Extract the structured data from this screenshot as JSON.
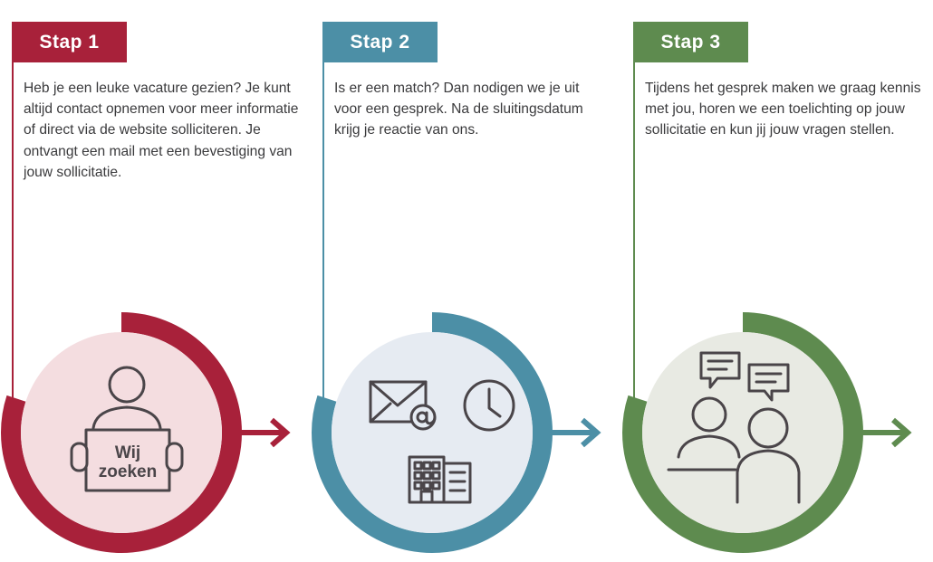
{
  "colors": {
    "step1": "#A8213A",
    "step1_fill": "#F4DDE0",
    "step2": "#4C8FA6",
    "step2_fill": "#E6EBF2",
    "step3": "#5E8B4F",
    "step3_fill": "#E8EAE3",
    "icon_stroke": "#4A4549"
  },
  "steps": [
    {
      "label": "Stap 1",
      "text": "Heb je een leuke vacature gezien? Je kunt altijd contact opnemen voor meer informatie of direct via de website solliciteren. Je ontvangt een mail met een bevestiging van jouw sollicitatie.",
      "icons": [
        "person-icon",
        "sign-icon"
      ],
      "sign_lines": [
        "Wij",
        "zoeken"
      ]
    },
    {
      "label": "Stap 2",
      "text": "Is er een match? Dan nodigen we je uit voor een gesprek. Na de sluitingsdatum krijg je reactie van ons.",
      "icons": [
        "mail-icon",
        "at-icon",
        "clock-icon",
        "building-icon"
      ]
    },
    {
      "label": "Stap 3",
      "text": "Tijdens het gesprek maken we graag kennis met jou, horen we een toelichting op jouw sollicitatie en kun jij jouw vragen stellen.",
      "icons": [
        "speech-bubble-icon",
        "speech-bubble-icon",
        "person-icon",
        "person-icon",
        "table-icon"
      ]
    }
  ]
}
